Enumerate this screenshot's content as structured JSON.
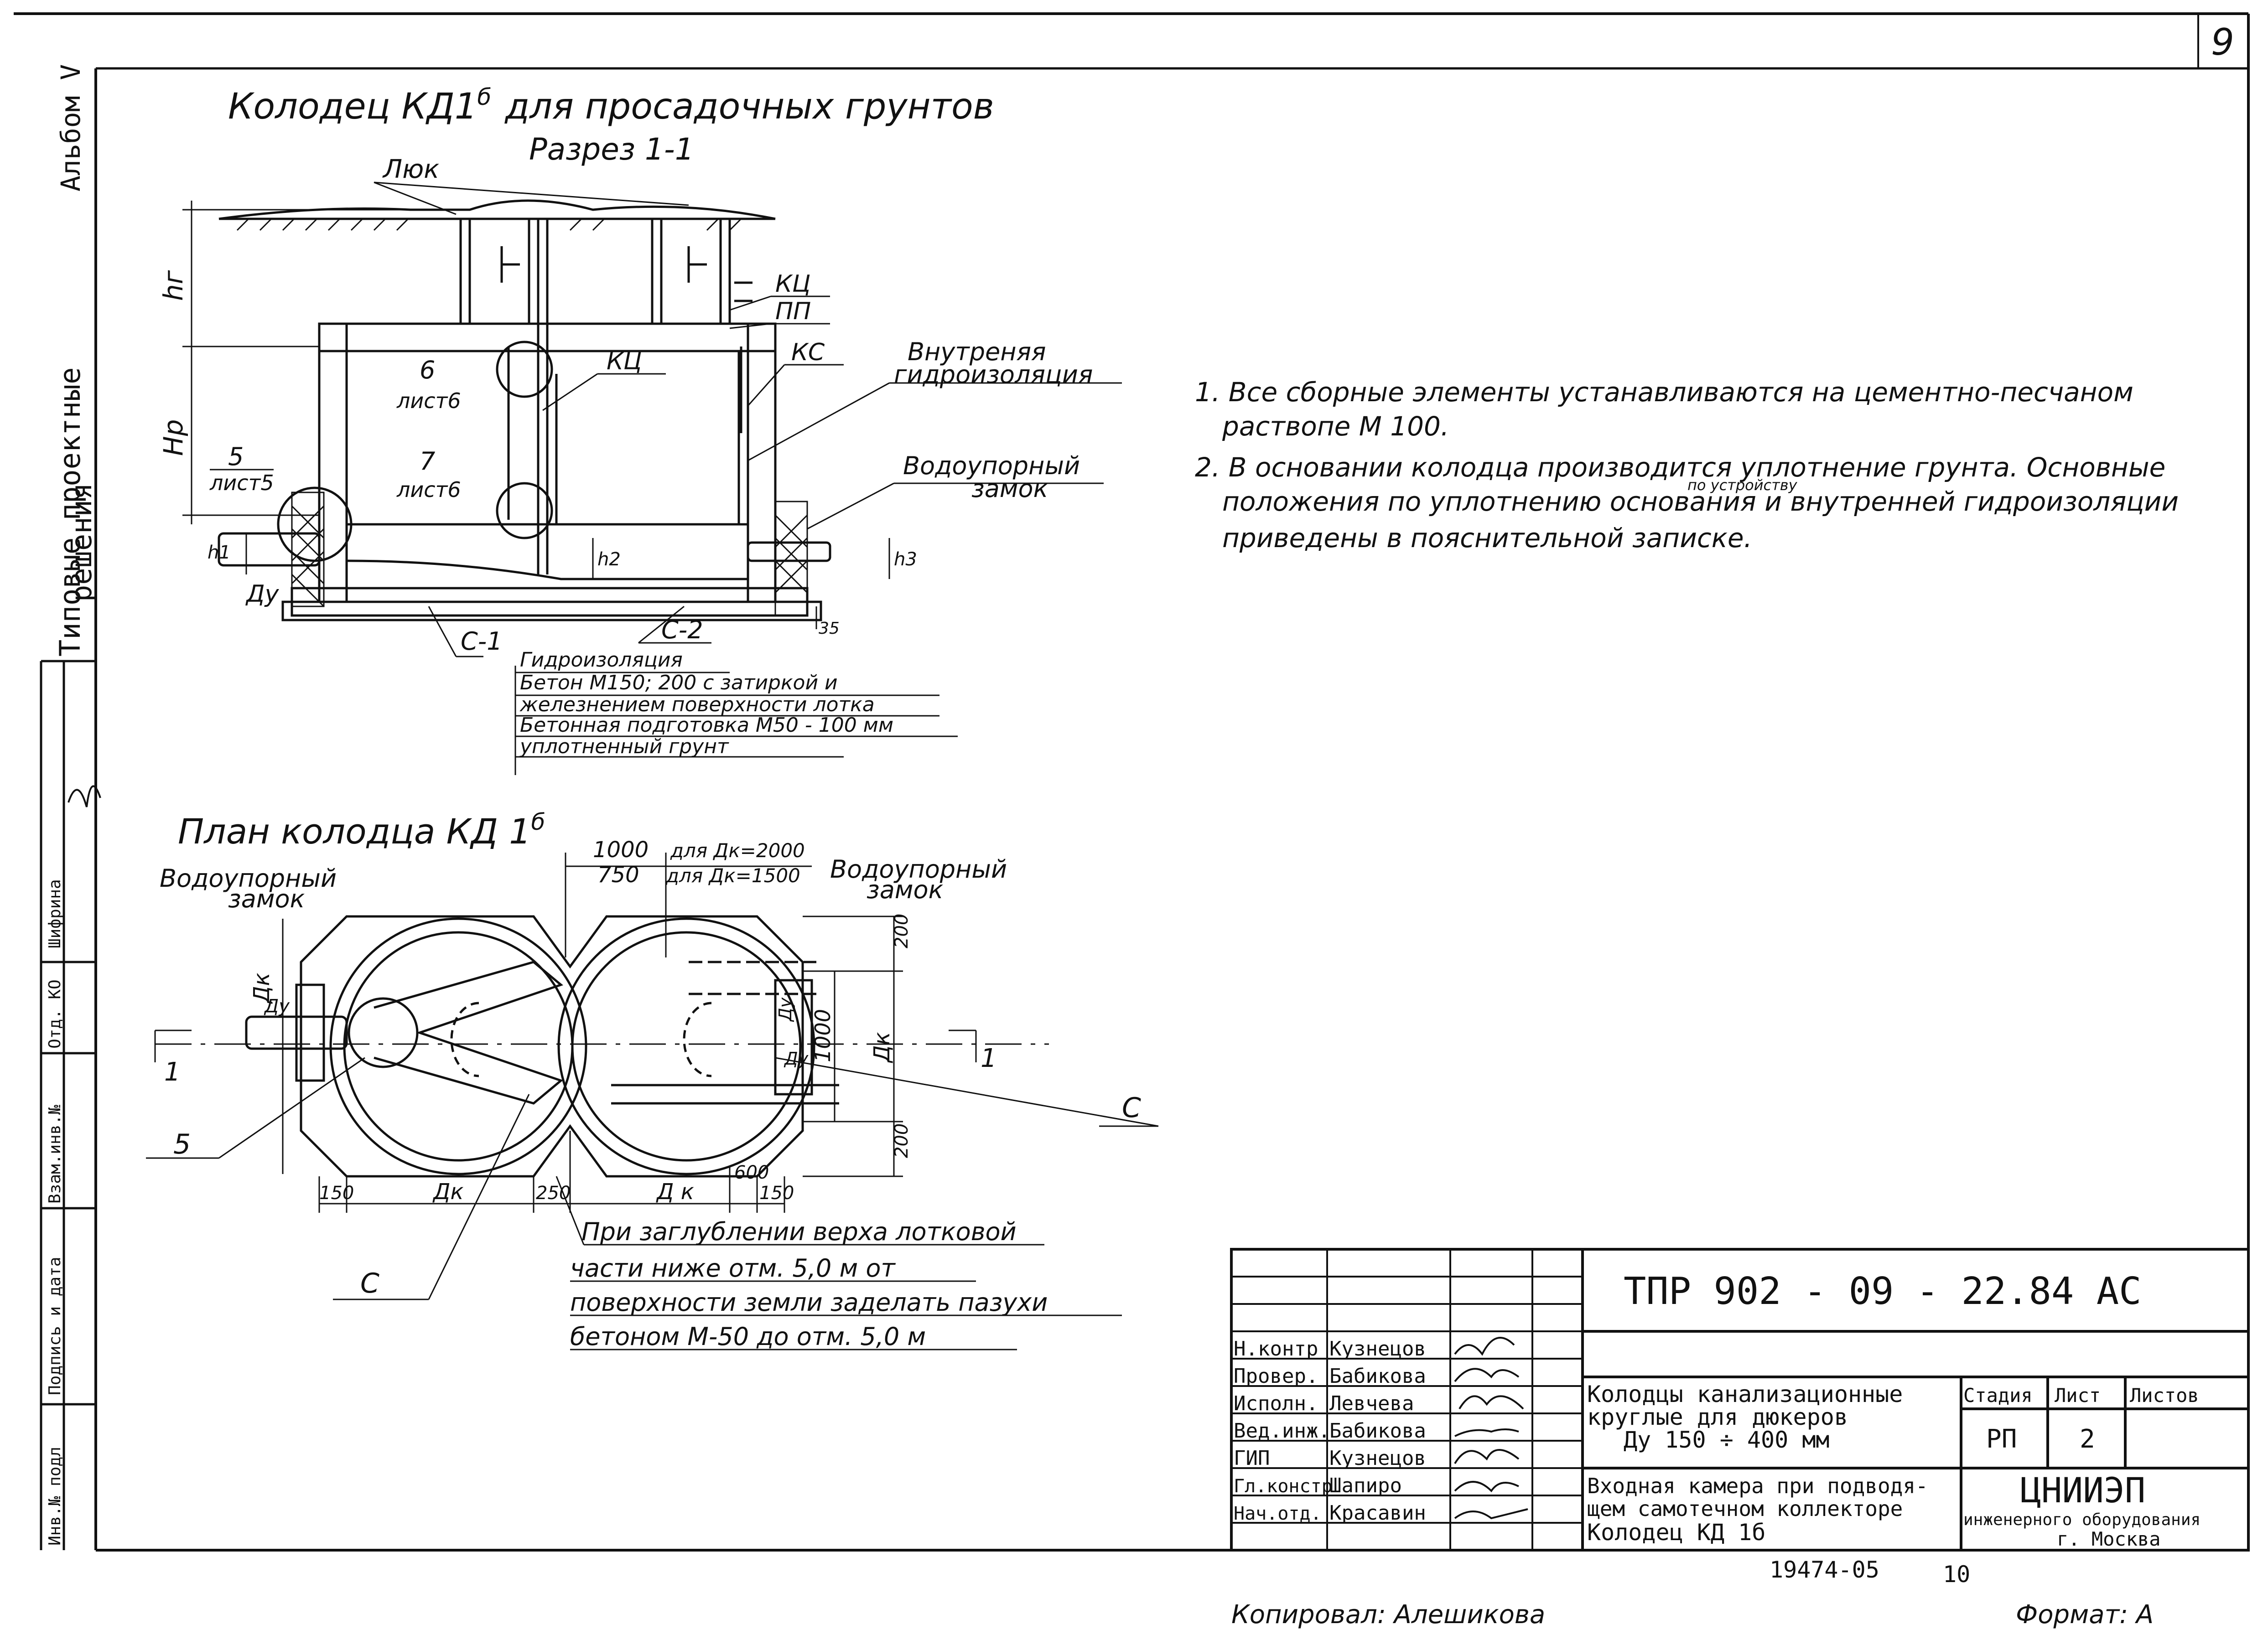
{
  "sheet_number": "9",
  "margin": {
    "album": "Альбом V",
    "series_line1": "Типовые проектные",
    "series_line2": "решения",
    "stamp_cells": [
      "Инв.№ подл",
      "Подпись и дата",
      "Взам.инв.№",
      "Отд. КО",
      "Шифрина"
    ]
  },
  "section": {
    "title": "Колодец КД1",
    "title_sup": "б",
    "title_tail": "для просадочных грунтов",
    "subtitle": "Разрез 1-1",
    "labels": {
      "hatch": "Люк",
      "kc_top": "КЦ",
      "pp": "ПП",
      "kc_mid": "КЦ",
      "ks": "КС",
      "inner_waterproof_1": "Внутреняя",
      "inner_waterproof_2": "гидроизоляция",
      "hg": "hг",
      "hr": "Hр",
      "h1": "h1",
      "h2": "h2",
      "h3": "h3",
      "du": "Ду",
      "dim35": "35",
      "ref6_num": "6",
      "ref6_sheet": "лист6",
      "ref7_num": "7",
      "ref7_sheet": "лист6",
      "ref5_num": "5",
      "ref5_sheet": "лист5",
      "waterlock_1": "Водоупорный",
      "waterlock_2": "замок",
      "c1": "С-1",
      "c2": "С-2"
    },
    "layers": [
      "Гидроизоляция",
      "Бетон М150; 200 с затиркой  и",
      "железнением  поверхности  лотка",
      "Бетонная  подготовка  М50 - 100 мм",
      "уплотненный  грунт"
    ]
  },
  "notes": [
    "1. Все сборные элементы устанавливаются на цементно-песчаном",
    "раствопе М 100.",
    "2. В основании колодца производится уплотнение грунта. Основные",
    "положения по уплотнению основания и внутренней гидроизоляции",
    "приведены в  пояснительной  записке."
  ],
  "notes_insert": "по устройству",
  "plan": {
    "title": "План колодца КД 1",
    "title_sup": "б",
    "waterlock_left_1": "Водоупорный",
    "waterlock_left_2": "замок",
    "waterlock_right_1": "Водоупорный",
    "waterlock_right_2": "замок",
    "dim_1000": "1000",
    "dim_750": "750",
    "dk2000": "для Дк=2000",
    "dk1500": "для Дк=1500",
    "dim_200_top": "200",
    "dim_200_bot": "200",
    "dim_1000_v": "1000",
    "dk_v_left": "Дк",
    "dk_v_right": "Дк",
    "du_left": "Ду",
    "du_right_1": "Ду",
    "du_right_2": "Ду",
    "cut_left": "1",
    "cut_right": "1",
    "c_right": "С",
    "c_bottom": "С",
    "ref5": "5",
    "dim150_l": "150",
    "dim_dk_l": "Дк",
    "dim250": "250",
    "dim_dk_r": "Д к",
    "dim600": "600",
    "dim150_r": "150",
    "footnote": [
      "При заглублении верха лотковой",
      "части ниже отм. 5,0 м от",
      "поверхности земли заделать пазухи",
      "бетоном М-50 до отм. 5,0 м"
    ]
  },
  "title_block": {
    "code": "ТПР  902 - 09 - 22.84   АС",
    "roles": [
      "Н.контр",
      "Провер.",
      "Исполн.",
      "Вед.инж.",
      "ГИП",
      "Гл.констр",
      "Нач.отд."
    ],
    "names": [
      "Кузнецов",
      "Бабикова",
      "Левчева",
      "Бабикова",
      "Кузнецов",
      "Шапиро",
      "Красавин"
    ],
    "project_title": [
      "Колодцы канализационные",
      "круглые для дюкеров",
      "Ду 150 ÷ 400 мм"
    ],
    "sheet_title": [
      "Входная камера при подводя-",
      "щем самотечном коллекторе",
      "Колодец КД 1б"
    ],
    "stage_label": "Стадия",
    "sheet_label": "Лист",
    "sheets_label": "Листов",
    "stage": "РП",
    "sheet": "2",
    "org_name": "ЦНИИЭП",
    "org_sub": "инженерного оборудования",
    "org_city": "г. Москва"
  },
  "footer": {
    "inv_number": "19474-05",
    "page": "10",
    "copied": "Копировал: Алешикова",
    "format": "Формат: А"
  }
}
